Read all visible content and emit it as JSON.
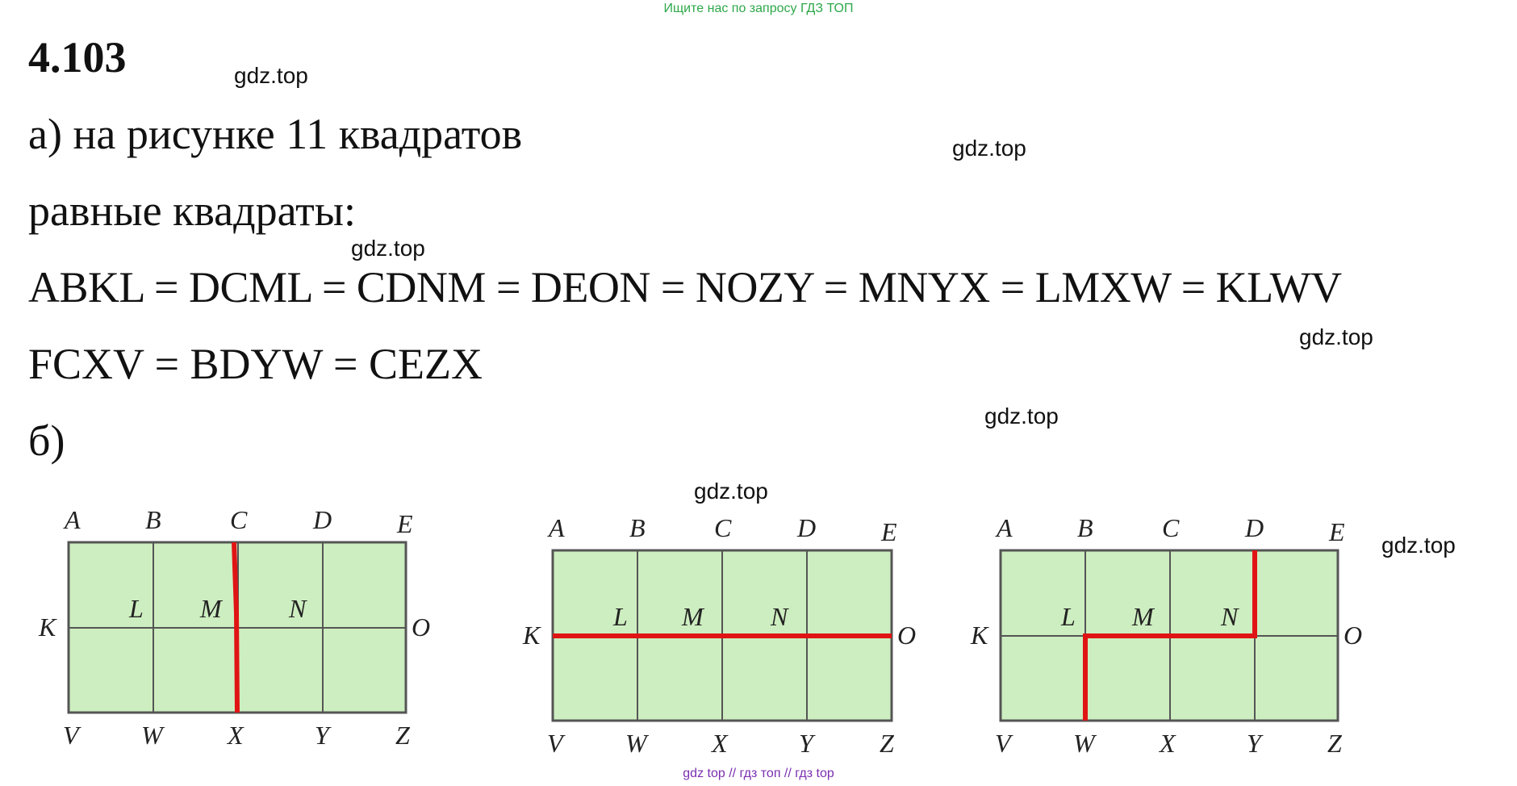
{
  "banner": "Ищите нас по запросу ГДЗ ТОП",
  "title": "4.103",
  "lines": [
    "а) на рисунке 11 квадратов",
    "равные квадраты:",
    "ABKL = DCML = CDNM = DEON = NOZY = MNYX = LMXW = KLWV",
    "FCXV = BDYW = CEZX",
    "б)"
  ],
  "watermark": "gdz.top",
  "footer": "gdz top  //  гдз топ  //  гдз top",
  "figure_labels": {
    "top": [
      "A",
      "B",
      "C",
      "D",
      "E"
    ],
    "left": "K",
    "right": "O",
    "middle": [
      "L",
      "M",
      "N"
    ],
    "bottom": [
      "V",
      "W",
      "X",
      "Y",
      "Z"
    ]
  },
  "colors": {
    "fill": "#cdeec0",
    "grid": "#555555",
    "cut": "#e01414",
    "banner": "#2ea84a",
    "footer": "#7a2fb0"
  }
}
